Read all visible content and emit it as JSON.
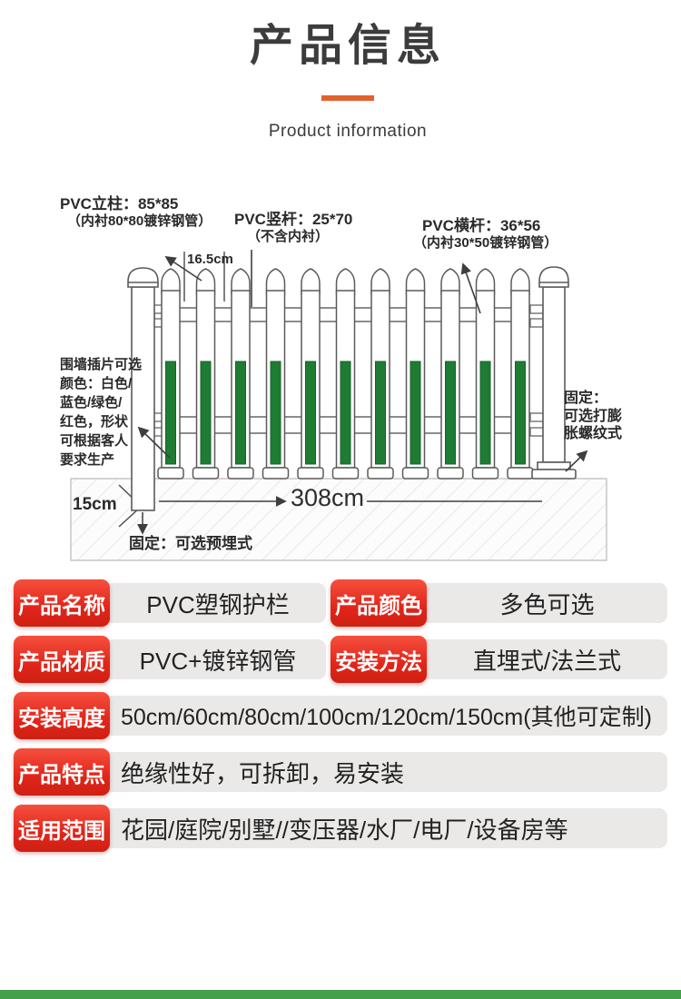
{
  "header": {
    "title": "产品信息",
    "subtitle": "Product information",
    "accent_color": "#e2612c"
  },
  "diagram": {
    "post_note": {
      "line1": "PVC立柱：85*85",
      "line2": "（内衬80*80镀锌钢管）"
    },
    "picket_note": {
      "line1": "PVC竖杆：25*70",
      "line2": "（不含内衬）"
    },
    "rail_note": {
      "line1": "PVC横杆：36*56",
      "line2": "（内衬30*50镀锌钢管）"
    },
    "spacing_label": "16.5cm",
    "insert_note": {
      "lines": [
        "围墙插片可选",
        "颜色：白色/",
        "蓝色/绿色/",
        "红色，形状",
        "可根据客人",
        "要求生产"
      ]
    },
    "fix_right_note": {
      "lines": [
        "固定：",
        "可选打膨",
        "胀螺纹式"
      ]
    },
    "depth_label": "15cm",
    "width_label": "308cm",
    "fix_bottom_label": "固定：可选预埋式",
    "picket_green": "#1e7c33",
    "line_color": "#4a4a4a"
  },
  "spec_table": {
    "badge_red": "#e1251a",
    "value_bg": "#eae9e8",
    "rows_half": [
      {
        "left": {
          "label": "产品名称",
          "value": "PVC塑钢护栏"
        },
        "right": {
          "label": "产品颜色",
          "value": "多色可选"
        }
      },
      {
        "left": {
          "label": "产品材质",
          "value": "PVC+镀锌钢管"
        },
        "right": {
          "label": "安装方法",
          "value": "直埋式/法兰式"
        }
      }
    ],
    "rows_full": [
      {
        "label": "安装高度",
        "value": "50cm/60cm/80cm/100cm/120cm/150cm(其他可定制)"
      },
      {
        "label": "产品特点",
        "value": "绝缘性好，可拆卸，易安装"
      },
      {
        "label": "适用范围",
        "value": "花园/庭院/别墅//变压器/水厂/电厂/设备房等"
      }
    ]
  },
  "footer": {
    "bar_color": "#44a04a"
  }
}
